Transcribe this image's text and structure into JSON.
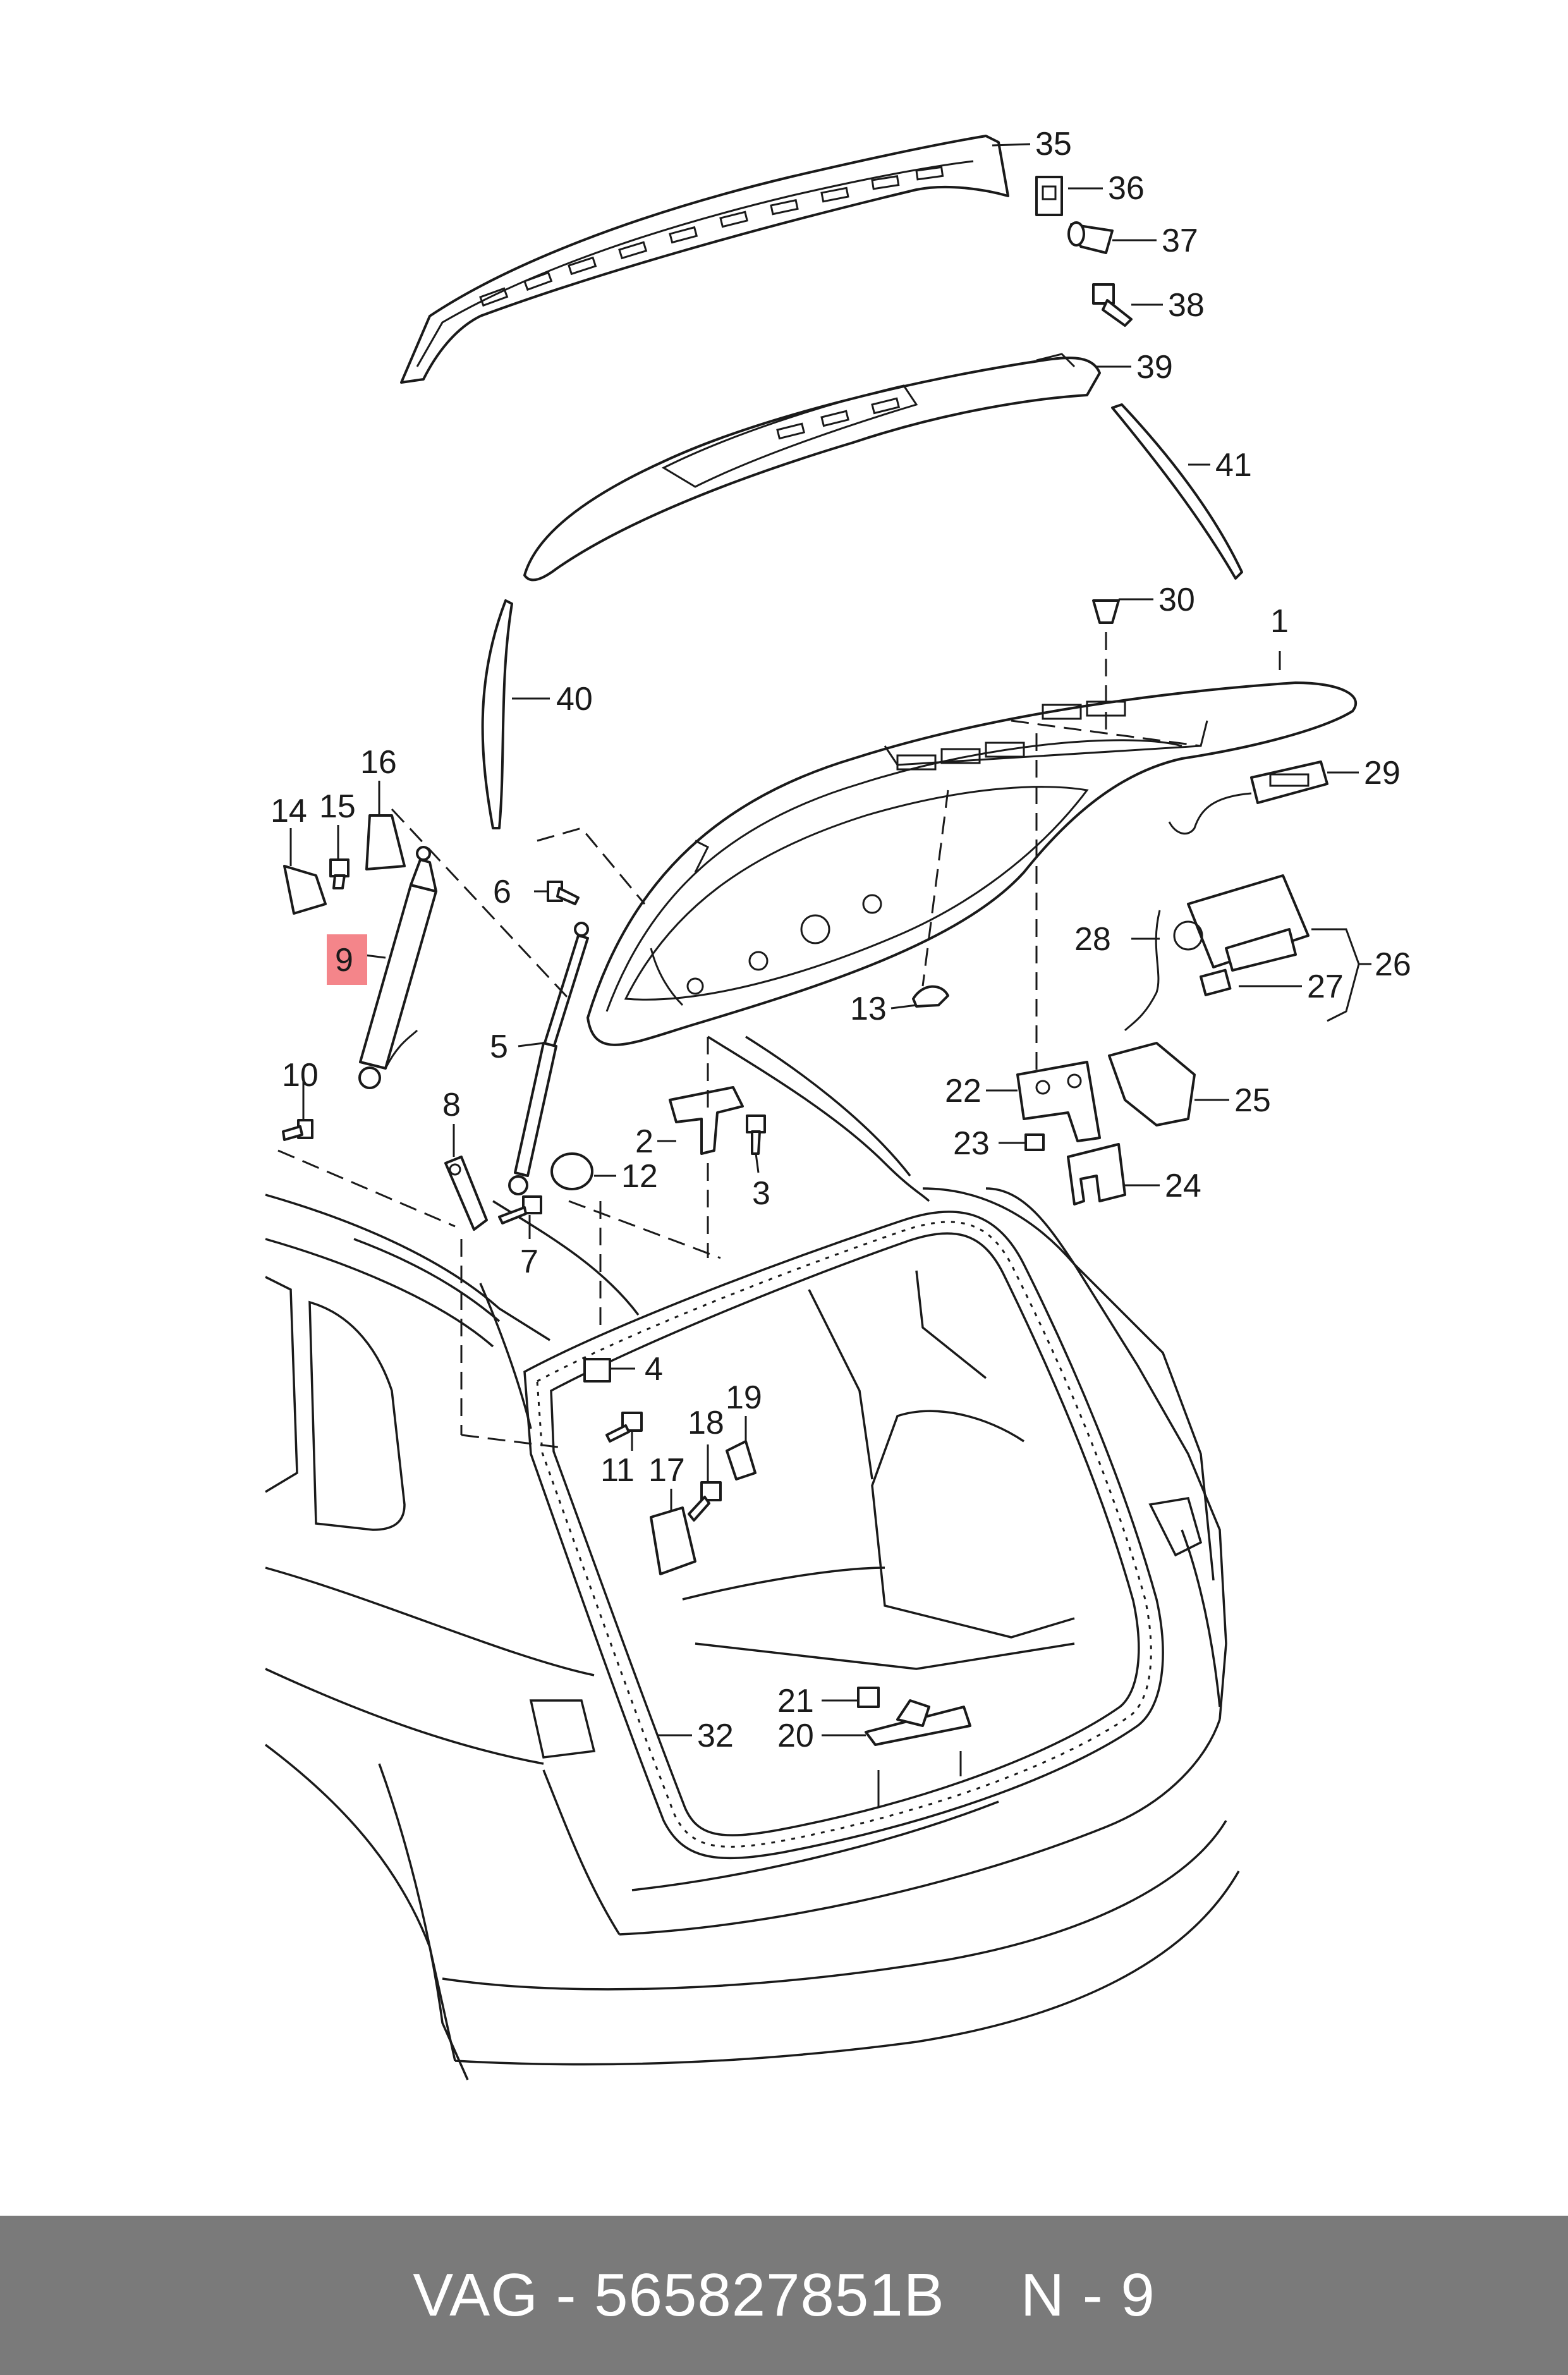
{
  "callouts": {
    "c1": "1",
    "c2": "2",
    "c3": "3",
    "c4": "4",
    "c5": "5",
    "c6": "6",
    "c7": "7",
    "c8": "8",
    "c9": "9",
    "c10": "10",
    "c11": "11",
    "c12": "12",
    "c13": "13",
    "c14": "14",
    "c15": "15",
    "c16": "16",
    "c17": "17",
    "c18": "18",
    "c19": "19",
    "c20": "20",
    "c21": "21",
    "c22": "22",
    "c23": "23",
    "c24": "24",
    "c25": "25",
    "c26": "26",
    "c27": "27",
    "c28": "28",
    "c29": "29",
    "c30": "30",
    "c32": "32",
    "c35": "35",
    "c36": "36",
    "c37": "37",
    "c38": "38",
    "c39": "39",
    "c40": "40",
    "c41": "41"
  },
  "highlight": {
    "callout": "9",
    "color": "#f4858a"
  },
  "footer": {
    "part_info": "VAG - 565827851B",
    "page_info": "N - 9",
    "background": "#7a7a7a"
  }
}
